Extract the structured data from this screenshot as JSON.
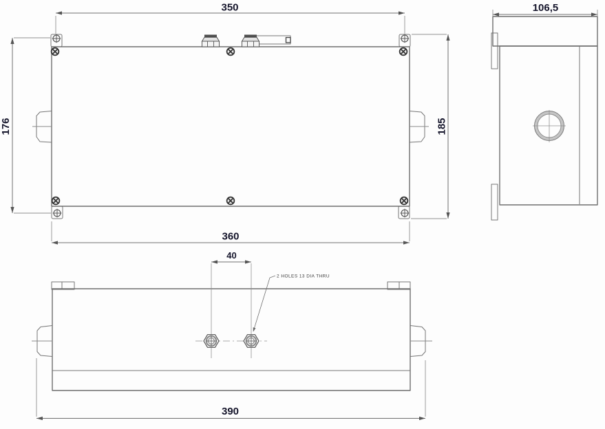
{
  "drawing": {
    "front_view": {
      "dim_top": "350",
      "dim_bottom": "360",
      "dim_left": "176",
      "dim_right": "185"
    },
    "side_view": {
      "dim_width": "106,5"
    },
    "top_view": {
      "dim_hole_spacing": "40",
      "dim_overall": "390",
      "note_holes": "2 HOLES 13 DIA THRU"
    },
    "colors": {
      "dim_text": "#15152b",
      "line": "#6e6e6e"
    }
  }
}
